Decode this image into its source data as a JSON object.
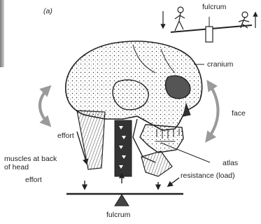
{
  "labels": {
    "panel": "(a)",
    "fulcrum_top": "fulcrum",
    "cranium": "cranium",
    "face": "face",
    "effort_upper": "effort",
    "muscles": "muscles at back\nof head",
    "effort_lower": "effort",
    "atlas": "atlas",
    "resistance": "resistance (load)",
    "fulcrum_bottom": "fulcrum"
  },
  "colors": {
    "ink": "#222222",
    "arrow_gray": "#9a9a9a",
    "skull_shadow": "#555555",
    "paper": "#ffffff"
  },
  "icons": [
    "seesaw-icon",
    "skull-illustration",
    "lever-beam",
    "fulcrum-triangle"
  ]
}
